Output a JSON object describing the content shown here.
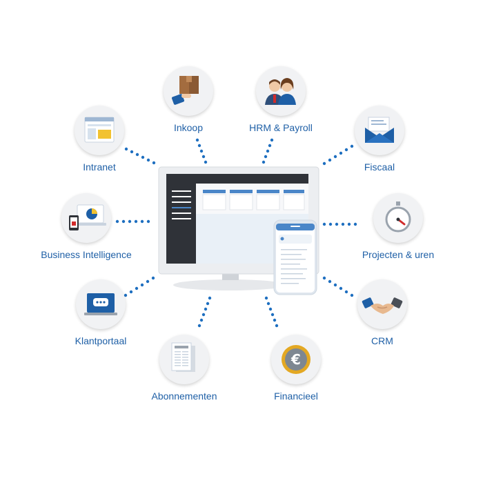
{
  "modules": [
    {
      "id": "intranet",
      "label": "Intranet",
      "icon": "browser-window-icon"
    },
    {
      "id": "inkoop",
      "label": "Inkoop",
      "icon": "package-box-icon"
    },
    {
      "id": "hrm",
      "label": "HRM & Payroll",
      "icon": "people-icon"
    },
    {
      "id": "fiscaal",
      "label": "Fiscaal",
      "icon": "envelope-icon"
    },
    {
      "id": "bi",
      "label": "Business Intelligence",
      "icon": "devices-chart-icon"
    },
    {
      "id": "projecten",
      "label": "Projecten & uren",
      "icon": "stopwatch-icon"
    },
    {
      "id": "klantportaal",
      "label": "Klantportaal",
      "icon": "laptop-chat-icon"
    },
    {
      "id": "crm",
      "label": "CRM",
      "icon": "handshake-icon"
    },
    {
      "id": "abonnementen",
      "label": "Abonnementen",
      "icon": "newspaper-icon"
    },
    {
      "id": "financieel",
      "label": "Financieel",
      "icon": "euro-coin-icon"
    }
  ],
  "colors": {
    "label": "#1e5fa6",
    "dots": "#1e6fc0",
    "accent": "#4a86c8",
    "sidebar": "#2f3238"
  }
}
